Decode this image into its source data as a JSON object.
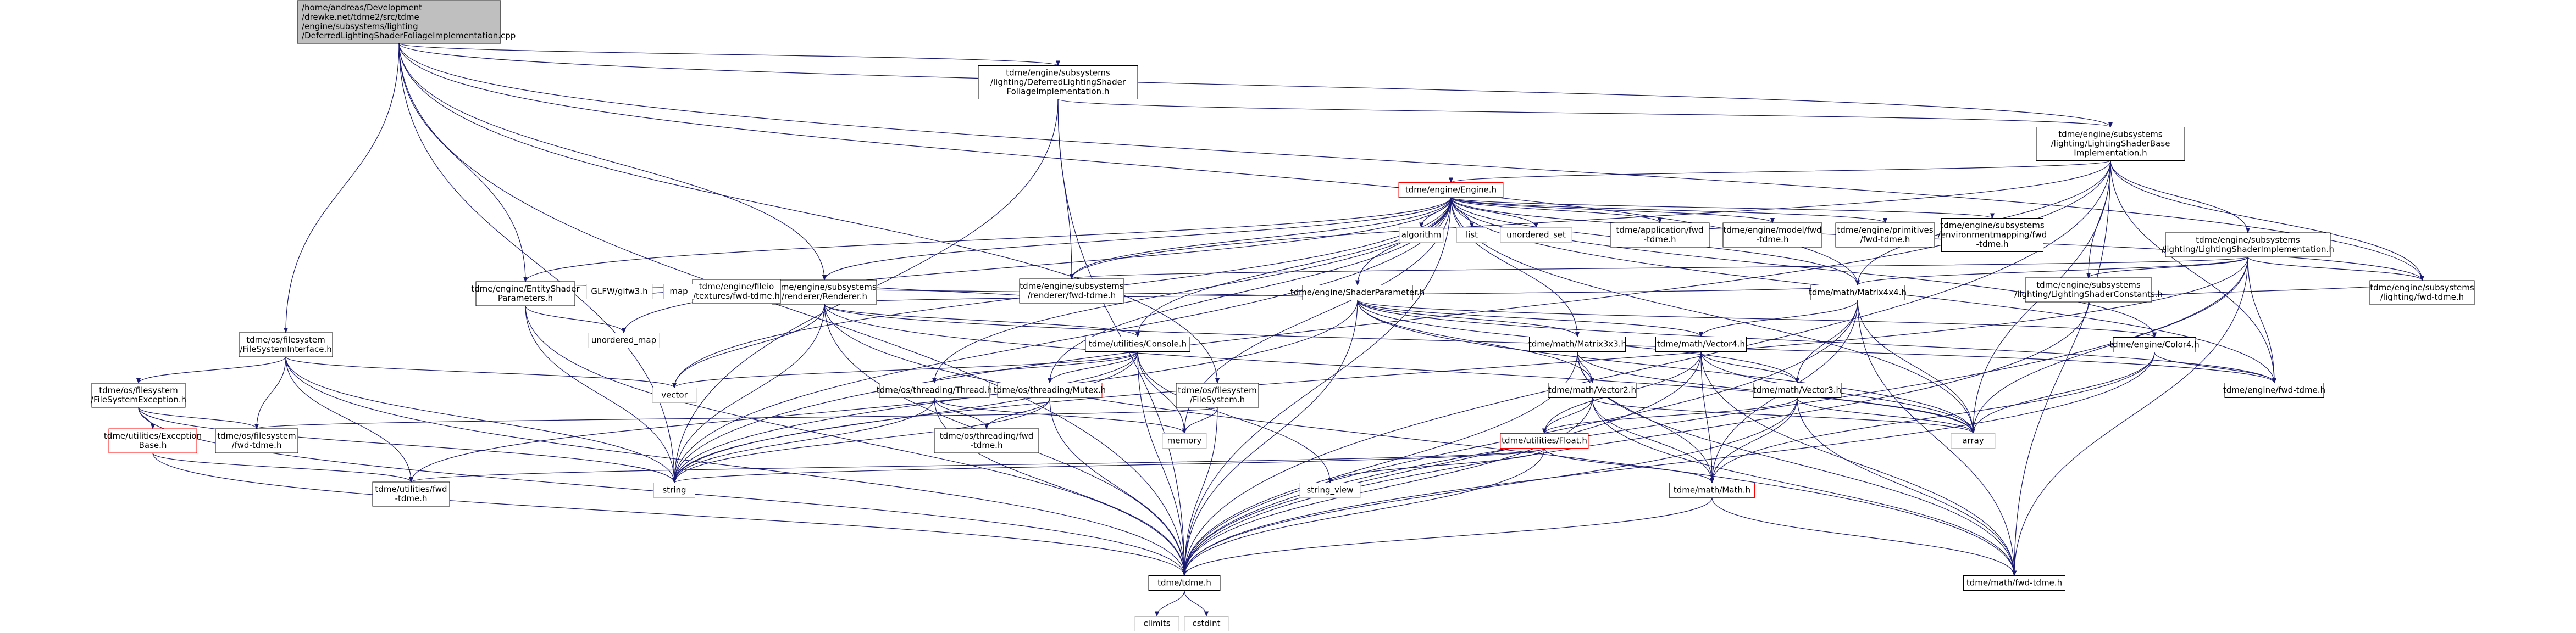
{
  "diagram": {
    "colors": {
      "edge": "#191970",
      "root_fill": "#bfbfbf",
      "node_border": "#000000",
      "warning_border": "#ff0000",
      "external_border": "#bfbfbf",
      "external_text": "#666666"
    },
    "nodes": [
      {
        "id": "root",
        "style": "root",
        "lines": [
          "/home/andreas/Development",
          "/drewke.net/tdme2/src/tdme",
          "/engine/subsystems/lighting",
          "/DeferredLightingShaderFoliageImplementation.cpp"
        ]
      },
      {
        "id": "deferred_h",
        "style": "normal",
        "lines": [
          "tdme/engine/subsystems",
          "/lighting/DeferredLightingShader",
          "FoliageImplementation.h"
        ]
      },
      {
        "id": "lsbase_h",
        "style": "normal",
        "lines": [
          "tdme/engine/subsystems",
          "/lighting/LightingShaderBase",
          "Implementation.h"
        ]
      },
      {
        "id": "engine_h",
        "style": "warn",
        "lines": [
          "tdme/engine/Engine.h"
        ]
      },
      {
        "id": "renderer_h",
        "style": "normal",
        "lines": [
          "tdme/engine/subsystems",
          "/renderer/Renderer.h"
        ]
      },
      {
        "id": "lsimpl_h",
        "style": "normal",
        "lines": [
          "tdme/engine/subsystems",
          "/lighting/LightingShaderImplementation.h"
        ]
      },
      {
        "id": "lsconst_h",
        "style": "normal",
        "lines": [
          "tdme/engine/subsystems",
          "/lighting/LightingShaderConstants.h"
        ]
      },
      {
        "id": "entityshaderparams_h",
        "style": "normal",
        "lines": [
          "tdme/engine/EntityShader",
          "Parameters.h"
        ]
      },
      {
        "id": "shaderparameter_h",
        "style": "normal",
        "lines": [
          "tdme/engine/ShaderParameter.h"
        ]
      },
      {
        "id": "rendererfwd_h",
        "style": "normal",
        "lines": [
          "tdme/engine/subsystems",
          "/renderer/fwd-tdme.h"
        ]
      },
      {
        "id": "matrix4x4_h",
        "style": "normal",
        "lines": [
          "tdme/math/Matrix4x4.h"
        ]
      },
      {
        "id": "lightingfwd_h",
        "style": "normal",
        "lines": [
          "tdme/engine/subsystems",
          "/lighting/fwd-tdme.h"
        ]
      },
      {
        "id": "fsinterface_h",
        "style": "normal",
        "lines": [
          "tdme/os/filesystem",
          "/FileSystemInterface.h"
        ]
      },
      {
        "id": "fsexception_h",
        "style": "normal",
        "lines": [
          "tdme/os/filesystem",
          "/FileSystemException.h"
        ]
      },
      {
        "id": "exceptionbase_h",
        "style": "warn",
        "lines": [
          "tdme/utilities/Exception",
          "Base.h"
        ]
      },
      {
        "id": "osfsfwd_h",
        "style": "normal",
        "lines": [
          "tdme/os/filesystem",
          "/fwd-tdme.h"
        ]
      },
      {
        "id": "utilsfwd_h",
        "style": "normal",
        "lines": [
          "tdme/utilities/fwd",
          "-tdme.h"
        ]
      },
      {
        "id": "console_h",
        "style": "normal",
        "lines": [
          "tdme/utilities/Console.h"
        ]
      },
      {
        "id": "thread_h",
        "style": "warn",
        "lines": [
          "tdme/os/threading/Thread.h"
        ]
      },
      {
        "id": "mutex_h",
        "style": "warn",
        "lines": [
          "tdme/os/threading/Mutex.h"
        ]
      },
      {
        "id": "threadingfwd_h",
        "style": "normal",
        "lines": [
          "tdme/os/threading/fwd",
          "-tdme.h"
        ]
      },
      {
        "id": "filesystem_h",
        "style": "normal",
        "lines": [
          "tdme/os/filesystem",
          "/FileSystem.h"
        ]
      },
      {
        "id": "matrix3x3_h",
        "style": "normal",
        "lines": [
          "tdme/math/Matrix3x3.h"
        ]
      },
      {
        "id": "vector4_h",
        "style": "normal",
        "lines": [
          "tdme/math/Vector4.h"
        ]
      },
      {
        "id": "vector2_h",
        "style": "normal",
        "lines": [
          "tdme/math/Vector2.h"
        ]
      },
      {
        "id": "vector3_h",
        "style": "normal",
        "lines": [
          "tdme/math/Vector3.h"
        ]
      },
      {
        "id": "float_h",
        "style": "warn",
        "lines": [
          "tdme/utilities/Float.h"
        ]
      },
      {
        "id": "math_h",
        "style": "warn",
        "lines": [
          "tdme/math/Math.h"
        ]
      },
      {
        "id": "mathfwd_h",
        "style": "normal",
        "lines": [
          "tdme/math/fwd-tdme.h"
        ]
      },
      {
        "id": "tdme_h",
        "style": "normal",
        "lines": [
          "tdme/tdme.h"
        ]
      },
      {
        "id": "color4_h",
        "style": "normal",
        "lines": [
          "tdme/engine/Color4.h"
        ]
      },
      {
        "id": "enginefwd_h",
        "style": "normal",
        "lines": [
          "tdme/engine/fwd-tdme.h"
        ]
      },
      {
        "id": "appfwd_h",
        "style": "normal",
        "lines": [
          "tdme/application/fwd",
          "-tdme.h"
        ]
      },
      {
        "id": "modelfwd_h",
        "style": "normal",
        "lines": [
          "tdme/engine/model/fwd",
          "-tdme.h"
        ]
      },
      {
        "id": "primitivesfwd_h",
        "style": "normal",
        "lines": [
          "tdme/engine/primitives",
          "/fwd-tdme.h"
        ]
      },
      {
        "id": "envmapfwd_h",
        "style": "normal",
        "lines": [
          "tdme/engine/subsystems",
          "/environmentmapping/fwd",
          "-tdme.h"
        ]
      },
      {
        "id": "texturesfwd_h",
        "style": "normal",
        "lines": [
          "tdme/engine/fileio",
          "/textures/fwd-tdme.h"
        ]
      },
      {
        "id": "algorithm",
        "style": "external",
        "lines": [
          "algorithm"
        ]
      },
      {
        "id": "list",
        "style": "external",
        "lines": [
          "list"
        ]
      },
      {
        "id": "unordered_set",
        "style": "external",
        "lines": [
          "unordered_set"
        ]
      },
      {
        "id": "unordered_map",
        "style": "external",
        "lines": [
          "unordered_map"
        ]
      },
      {
        "id": "glfw3",
        "style": "external",
        "lines": [
          "GLFW/glfw3.h"
        ]
      },
      {
        "id": "map",
        "style": "external",
        "lines": [
          "map"
        ]
      },
      {
        "id": "vector",
        "style": "external",
        "lines": [
          "vector"
        ]
      },
      {
        "id": "array",
        "style": "external",
        "lines": [
          "array"
        ]
      },
      {
        "id": "memory",
        "style": "external",
        "lines": [
          "memory"
        ]
      },
      {
        "id": "string",
        "style": "external",
        "lines": [
          "string"
        ]
      },
      {
        "id": "string_view",
        "style": "external",
        "lines": [
          "string_view"
        ]
      },
      {
        "id": "climits",
        "style": "external",
        "lines": [
          "climits"
        ]
      },
      {
        "id": "cstdint",
        "style": "external",
        "lines": [
          "cstdint"
        ]
      }
    ],
    "edges": [
      [
        "root",
        "deferred_h"
      ],
      [
        "root",
        "lsbase_h"
      ],
      [
        "root",
        "renderer_h"
      ],
      [
        "root",
        "fsinterface_h"
      ],
      [
        "root",
        "entityshaderparams_h"
      ],
      [
        "root",
        "filesystem_h"
      ],
      [
        "root",
        "lightingfwd_h"
      ],
      [
        "root",
        "matrix4x4_h"
      ],
      [
        "root",
        "tdme_h"
      ],
      [
        "root",
        "string"
      ],
      [
        "deferred_h",
        "lsbase_h"
      ],
      [
        "deferred_h",
        "rendererfwd_h"
      ],
      [
        "deferred_h",
        "tdme_h"
      ],
      [
        "deferred_h",
        "string"
      ],
      [
        "lsbase_h",
        "engine_h"
      ],
      [
        "lsbase_h",
        "lsimpl_h"
      ],
      [
        "lsbase_h",
        "lsconst_h"
      ],
      [
        "lsbase_h",
        "matrix4x4_h"
      ],
      [
        "lsbase_h",
        "lightingfwd_h"
      ],
      [
        "lsbase_h",
        "rendererfwd_h"
      ],
      [
        "lsbase_h",
        "enginefwd_h"
      ],
      [
        "lsbase_h",
        "mathfwd_h"
      ],
      [
        "lsbase_h",
        "tdme_h"
      ],
      [
        "lsbase_h",
        "string"
      ],
      [
        "lsbase_h",
        "array"
      ],
      [
        "engine_h",
        "renderer_h"
      ],
      [
        "engine_h",
        "entityshaderparams_h"
      ],
      [
        "engine_h",
        "shaderparameter_h"
      ],
      [
        "engine_h",
        "color4_h"
      ],
      [
        "engine_h",
        "matrix4x4_h"
      ],
      [
        "engine_h",
        "matrix3x3_h"
      ],
      [
        "engine_h",
        "console_h"
      ],
      [
        "engine_h",
        "thread_h"
      ],
      [
        "engine_h",
        "mutex_h"
      ],
      [
        "engine_h",
        "algorithm"
      ],
      [
        "engine_h",
        "list"
      ],
      [
        "engine_h",
        "unordered_set"
      ],
      [
        "engine_h",
        "unordered_map"
      ],
      [
        "engine_h",
        "appfwd_h"
      ],
      [
        "engine_h",
        "modelfwd_h"
      ],
      [
        "engine_h",
        "primitivesfwd_h"
      ],
      [
        "engine_h",
        "envmapfwd_h"
      ],
      [
        "engine_h",
        "rendererfwd_h"
      ],
      [
        "engine_h",
        "lightingfwd_h"
      ],
      [
        "engine_h",
        "enginefwd_h"
      ],
      [
        "engine_h",
        "tdme_h"
      ],
      [
        "engine_h",
        "array"
      ],
      [
        "engine_h",
        "memory"
      ],
      [
        "engine_h",
        "vector"
      ],
      [
        "engine_h",
        "string"
      ],
      [
        "renderer_h",
        "glfw3"
      ],
      [
        "renderer_h",
        "map"
      ],
      [
        "renderer_h",
        "texturesfwd_h"
      ],
      [
        "renderer_h",
        "rendererfwd_h"
      ],
      [
        "renderer_h",
        "matrix4x4_h"
      ],
      [
        "renderer_h",
        "console_h"
      ],
      [
        "renderer_h",
        "vector"
      ],
      [
        "renderer_h",
        "string"
      ],
      [
        "renderer_h",
        "array"
      ],
      [
        "renderer_h",
        "tdme_h"
      ],
      [
        "renderer_h",
        "enginefwd_h"
      ],
      [
        "renderer_h",
        "mathfwd_h"
      ],
      [
        "lsimpl_h",
        "lsconst_h"
      ],
      [
        "lsimpl_h",
        "matrix4x4_h"
      ],
      [
        "lsimpl_h",
        "lightingfwd_h"
      ],
      [
        "lsimpl_h",
        "rendererfwd_h"
      ],
      [
        "lsimpl_h",
        "enginefwd_h"
      ],
      [
        "lsimpl_h",
        "mathfwd_h"
      ],
      [
        "lsimpl_h",
        "tdme_h"
      ],
      [
        "lsimpl_h",
        "array"
      ],
      [
        "lsimpl_h",
        "string"
      ],
      [
        "lsconst_h",
        "lightingfwd_h"
      ],
      [
        "lsconst_h",
        "tdme_h"
      ],
      [
        "entityshaderparams_h",
        "shaderparameter_h"
      ],
      [
        "entityshaderparams_h",
        "unordered_map"
      ],
      [
        "entityshaderparams_h",
        "string"
      ],
      [
        "entityshaderparams_h",
        "tdme_h"
      ],
      [
        "shaderparameter_h",
        "color4_h"
      ],
      [
        "shaderparameter_h",
        "matrix3x3_h"
      ],
      [
        "shaderparameter_h",
        "vector2_h"
      ],
      [
        "shaderparameter_h",
        "vector3_h"
      ],
      [
        "shaderparameter_h",
        "vector4_h"
      ],
      [
        "shaderparameter_h",
        "enginefwd_h"
      ],
      [
        "shaderparameter_h",
        "tdme_h"
      ],
      [
        "shaderparameter_h",
        "array"
      ],
      [
        "shaderparameter_h",
        "string"
      ],
      [
        "matrix4x4_h",
        "vector3_h"
      ],
      [
        "matrix4x4_h",
        "vector4_h"
      ],
      [
        "matrix4x4_h",
        "math_h"
      ],
      [
        "matrix4x4_h",
        "mathfwd_h"
      ],
      [
        "matrix4x4_h",
        "tdme_h"
      ],
      [
        "matrix4x4_h",
        "array"
      ],
      [
        "fsinterface_h",
        "fsexception_h"
      ],
      [
        "fsinterface_h",
        "osfsfwd_h"
      ],
      [
        "fsinterface_h",
        "utilsfwd_h"
      ],
      [
        "fsinterface_h",
        "tdme_h"
      ],
      [
        "fsinterface_h",
        "vector"
      ],
      [
        "fsinterface_h",
        "string"
      ],
      [
        "fsexception_h",
        "exceptionbase_h"
      ],
      [
        "fsexception_h",
        "osfsfwd_h"
      ],
      [
        "fsexception_h",
        "tdme_h"
      ],
      [
        "fsexception_h",
        "string"
      ],
      [
        "exceptionbase_h",
        "utilsfwd_h"
      ],
      [
        "exceptionbase_h",
        "tdme_h"
      ],
      [
        "console_h",
        "thread_h"
      ],
      [
        "console_h",
        "mutex_h"
      ],
      [
        "console_h",
        "vector"
      ],
      [
        "console_h",
        "memory"
      ],
      [
        "console_h",
        "string"
      ],
      [
        "console_h",
        "string_view"
      ],
      [
        "console_h",
        "utilsfwd_h"
      ],
      [
        "console_h",
        "tdme_h"
      ],
      [
        "thread_h",
        "threadingfwd_h"
      ],
      [
        "thread_h",
        "tdme_h"
      ],
      [
        "thread_h",
        "string"
      ],
      [
        "thread_h",
        "memory"
      ],
      [
        "mutex_h",
        "threadingfwd_h"
      ],
      [
        "mutex_h",
        "tdme_h"
      ],
      [
        "mutex_h",
        "string"
      ],
      [
        "filesystem_h",
        "osfsfwd_h"
      ],
      [
        "filesystem_h",
        "tdme_h"
      ],
      [
        "filesystem_h",
        "memory"
      ],
      [
        "matrix3x3_h",
        "vector2_h"
      ],
      [
        "matrix3x3_h",
        "math_h"
      ],
      [
        "matrix3x3_h",
        "mathfwd_h"
      ],
      [
        "matrix3x3_h",
        "tdme_h"
      ],
      [
        "matrix3x3_h",
        "array"
      ],
      [
        "vector4_h",
        "vector3_h"
      ],
      [
        "vector4_h",
        "float_h"
      ],
      [
        "vector4_h",
        "math_h"
      ],
      [
        "vector4_h",
        "mathfwd_h"
      ],
      [
        "vector4_h",
        "tdme_h"
      ],
      [
        "vector4_h",
        "array"
      ],
      [
        "vector2_h",
        "float_h"
      ],
      [
        "vector2_h",
        "math_h"
      ],
      [
        "vector2_h",
        "mathfwd_h"
      ],
      [
        "vector2_h",
        "tdme_h"
      ],
      [
        "vector2_h",
        "array"
      ],
      [
        "vector3_h",
        "float_h"
      ],
      [
        "vector3_h",
        "math_h"
      ],
      [
        "vector3_h",
        "mathfwd_h"
      ],
      [
        "vector3_h",
        "tdme_h"
      ],
      [
        "vector3_h",
        "array"
      ],
      [
        "float_h",
        "math_h"
      ],
      [
        "float_h",
        "utilsfwd_h"
      ],
      [
        "float_h",
        "tdme_h"
      ],
      [
        "float_h",
        "string"
      ],
      [
        "float_h",
        "string_view"
      ],
      [
        "math_h",
        "mathfwd_h"
      ],
      [
        "math_h",
        "tdme_h"
      ],
      [
        "color4_h",
        "math_h"
      ],
      [
        "color4_h",
        "enginefwd_h"
      ],
      [
        "color4_h",
        "tdme_h"
      ],
      [
        "color4_h",
        "array"
      ],
      [
        "tdme_h",
        "climits"
      ],
      [
        "tdme_h",
        "cstdint"
      ]
    ]
  }
}
